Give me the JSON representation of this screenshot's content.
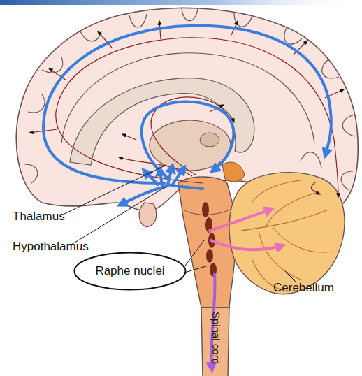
{
  "diagram": {
    "nodes": [
      {
        "text": [
          "Raphe nuclei"
        ]
      }
    ],
    "labels": [
      "Thalamus",
      "Hypothalamus",
      "Cerebellum",
      "Spinal cord"
    ]
  }
}
